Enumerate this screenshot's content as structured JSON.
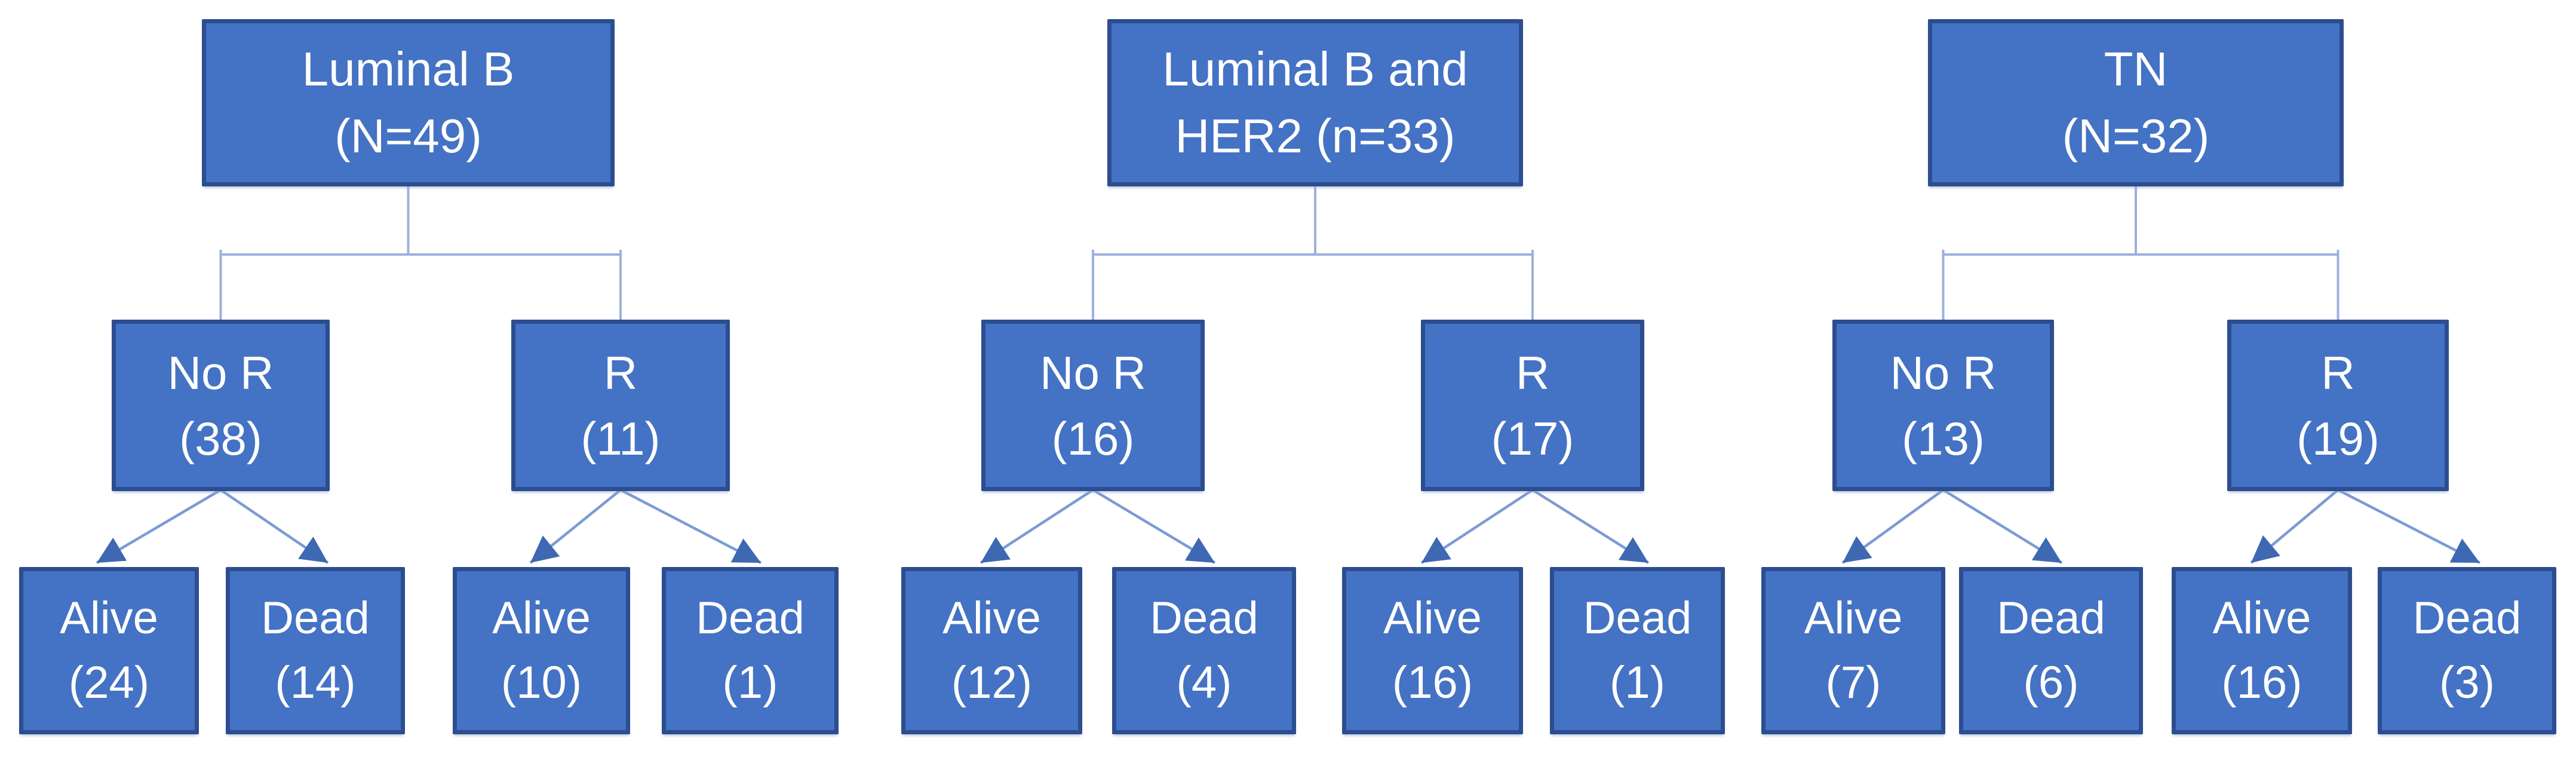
{
  "figure": {
    "background": "#FFFFFF",
    "colors": {
      "box_fill": "#4472C4",
      "box_border": "#2C4D8F",
      "box_text": "#FFFFFF",
      "elbow_connector": "#9BB1DF",
      "arrow_line": "#7B9BD3",
      "arrowhead": "#3E68B2"
    }
  },
  "trees": [
    {
      "root": {
        "line1": "Luminal B",
        "line2": "(N=49)",
        "n": 49
      },
      "children": [
        {
          "line1": "No R",
          "line2": "(38)",
          "n": 38,
          "leaves": [
            {
              "line1": "Alive",
              "line2": "(24)",
              "n": 24
            },
            {
              "line1": "Dead",
              "line2": "(14)",
              "n": 14
            }
          ]
        },
        {
          "line1": "R",
          "line2": "(11)",
          "n": 11,
          "leaves": [
            {
              "line1": "Alive",
              "line2": "(10)",
              "n": 10
            },
            {
              "line1": "Dead",
              "line2": "(1)",
              "n": 1
            }
          ]
        }
      ]
    },
    {
      "root": {
        "line1": "Luminal B and",
        "line2": "HER2 (n=33)",
        "n": 33
      },
      "children": [
        {
          "line1": "No R",
          "line2": "(16)",
          "n": 16,
          "leaves": [
            {
              "line1": "Alive",
              "line2": "(12)",
              "n": 12
            },
            {
              "line1": "Dead",
              "line2": "(4)",
              "n": 4
            }
          ]
        },
        {
          "line1": "R",
          "line2": "(17)",
          "n": 17,
          "leaves": [
            {
              "line1": "Alive",
              "line2": "(16)",
              "n": 16
            },
            {
              "line1": "Dead",
              "line2": "(1)",
              "n": 1
            }
          ]
        }
      ]
    },
    {
      "root": {
        "line1": "TN",
        "line2": "(N=32)",
        "n": 32
      },
      "children": [
        {
          "line1": "No R",
          "line2": "(13)",
          "n": 13,
          "leaves": [
            {
              "line1": "Alive",
              "line2": "(7)",
              "n": 7
            },
            {
              "line1": "Dead",
              "line2": "(6)",
              "n": 6
            }
          ]
        },
        {
          "line1": "R",
          "line2": "(19)",
          "n": 19,
          "leaves": [
            {
              "line1": "Alive",
              "line2": "(16)",
              "n": 16
            },
            {
              "line1": "Dead",
              "line2": "(3)",
              "n": 3
            }
          ]
        }
      ]
    }
  ]
}
